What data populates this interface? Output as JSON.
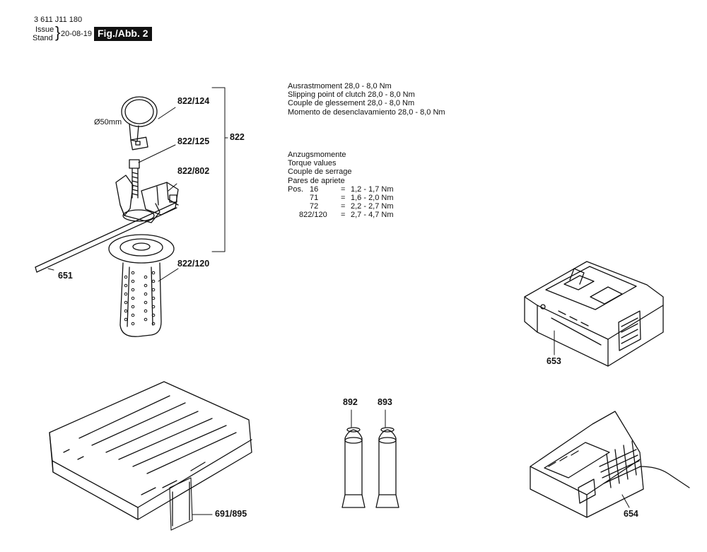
{
  "header": {
    "drawing_number": "3 611 J11 180",
    "issue_label": "Issue",
    "stand_label": "Stand",
    "date": "20-08-19",
    "figure_label": "Fig./Abb. 2"
  },
  "notes": {
    "clutch": [
      "Ausrastmoment 28,0 - 8,0 Nm",
      "Slipping point of clutch 28,0 - 8,0 Nm",
      "Couple de glessement 28,0 - 8,0 Nm",
      "Momento de desenclavamiento 28,0 - 8,0 Nm"
    ],
    "torque_titles": [
      "Anzugsmomente",
      "Torque values",
      "Couple de serrage",
      "Pares de apriete"
    ],
    "pos_label": "Pos.",
    "torque_rows": [
      {
        "pos": "16",
        "eq": "=",
        "value": "1,2 - 1,7 Nm"
      },
      {
        "pos": "71",
        "eq": "=",
        "value": "1,6 - 2,0 Nm"
      },
      {
        "pos": "72",
        "eq": "=",
        "value": "2,2 - 2,7 Nm"
      },
      {
        "pos": "822/120",
        "eq": "=",
        "value": "2,7 - 4,7 Nm"
      }
    ]
  },
  "dimension_label": "Ø50mm",
  "callouts": {
    "p822_124": "822/124",
    "p822_125": "822/125",
    "p822_802": "822/802",
    "p822": "822",
    "p822_120": "822/120",
    "p651": "651",
    "p653": "653",
    "p892": "892",
    "p893": "893",
    "p691_895": "691/895",
    "p654": "654"
  }
}
